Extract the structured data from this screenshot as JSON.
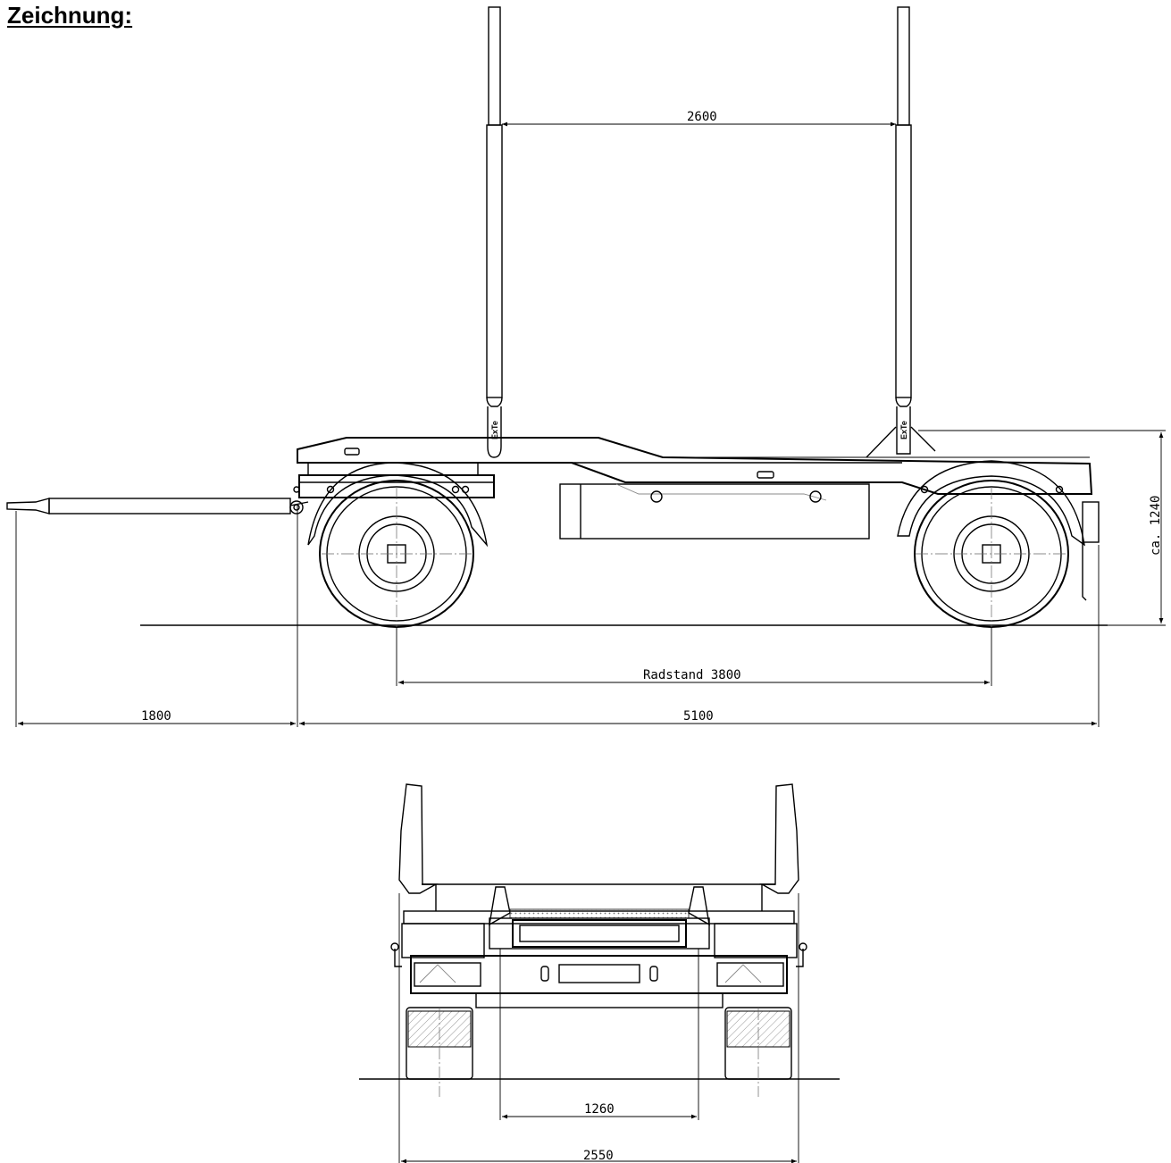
{
  "page": {
    "title": "Zeichnung:"
  },
  "side_view": {
    "stake_spacing": "2600",
    "height": "ca. 1240",
    "wheelbase": "Radstand 3800",
    "drawbar_length": "1800",
    "overall_length": "5100",
    "brand_label": "ExTe"
  },
  "rear_view": {
    "track_width": "1260",
    "overall_width": "2550"
  }
}
